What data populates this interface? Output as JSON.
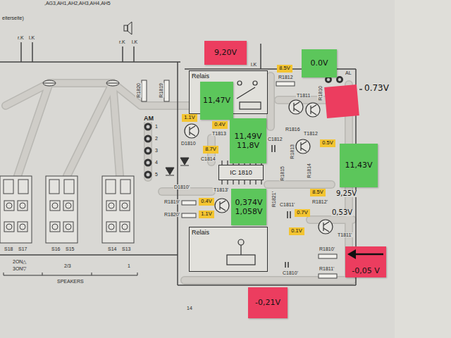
{
  "diagram": {
    "nodes": [
      {
        "text": [
          "9,20V"
        ]
      },
      {
        "text": [
          "0.0V"
        ]
      },
      {
        "text": [
          "Relais"
        ]
      },
      {
        "text": [
          "8.5V"
        ]
      },
      {
        "text": [
          "11,47V"
        ]
      },
      {
        "text": [
          "1.1V"
        ]
      },
      {
        "text": [
          "0.4V"
        ]
      },
      {
        "text": [
          "11,49V",
          "11,8V"
        ]
      },
      {
        "text": [
          "0.5V"
        ]
      },
      {
        "text": [
          "11,43V"
        ]
      },
      {
        "text": [
          "8.7V"
        ]
      },
      {
        "text": [
          "IC 1810"
        ]
      },
      {
        "text": [
          "8.5V"
        ]
      },
      {
        "text": [
          "0,374V",
          "1,058V"
        ]
      },
      {
        "text": [
          "0.4V"
        ]
      },
      {
        "text": [
          "0.7V"
        ]
      },
      {
        "text": [
          "1.1V"
        ]
      },
      {
        "text": [
          "Relais"
        ]
      },
      {
        "text": [
          "0.1V"
        ]
      },
      {
        "text": [
          "-0,05 V"
        ]
      },
      {
        "text": [
          "-0,21V"
        ]
      }
    ],
    "labels": [
      ",AG3,AH1,AH2,AH3,AH4,AH5",
      "eiterseite)",
      "r.K",
      "l.K",
      "r.K",
      "l.K",
      "l.K",
      "R1812",
      "AL",
      "0.73V",
      "T1811",
      "R1810",
      "T1813",
      "R1816",
      "D1810",
      "C1812",
      "T1812",
      "R1813",
      "C1814",
      "R1814",
      "R1815",
      "9,25V",
      "D1810'",
      "T1813'",
      "R1819'",
      "R1820'",
      "R1821'",
      "R1812'",
      "0,53V",
      "C1811'",
      "T1811'",
      "R1810'",
      "R1811'",
      "C1810'",
      "AM",
      "1",
      "2",
      "3",
      "4",
      "5",
      "R1820",
      "R1819",
      "S18",
      "S17",
      "S16",
      "S15",
      "S14",
      "S13",
      "2ON△",
      "3ON▽",
      "2/3",
      "1",
      "SPEAKERS",
      "14"
    ]
  }
}
